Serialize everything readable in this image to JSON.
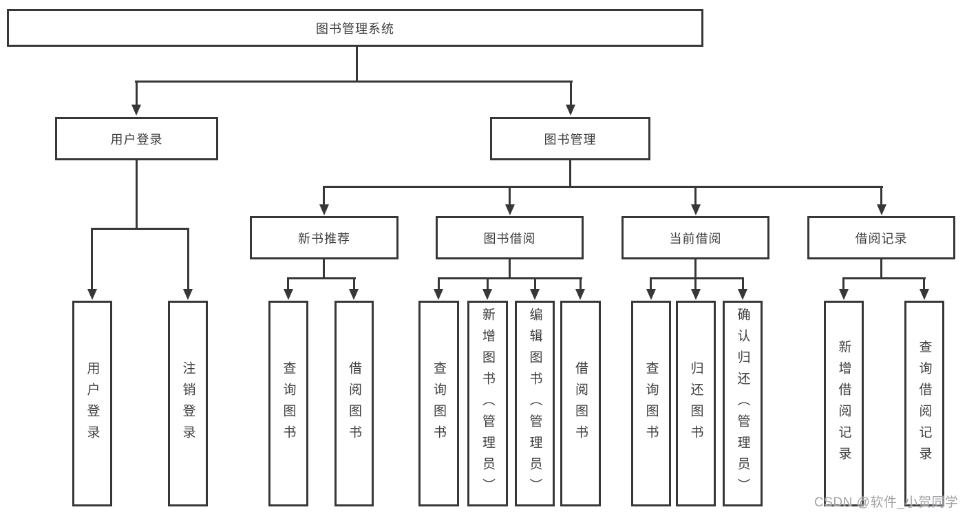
{
  "colors": {
    "line": "#373737",
    "text": "#3d3d3d",
    "watermark": "#a3a3a7",
    "box_bg": "#ffffff"
  },
  "tree": {
    "label": "图书管理系统",
    "children": [
      {
        "label": "用户登录",
        "children": [
          {
            "label": "用户登录"
          },
          {
            "label": "注销登录"
          }
        ]
      },
      {
        "label": "图书管理",
        "children": [
          {
            "label": "新书推荐",
            "children": [
              {
                "label": "查询图书"
              },
              {
                "label": "借阅图书"
              }
            ]
          },
          {
            "label": "图书借阅",
            "children": [
              {
                "label": "查询图书"
              },
              {
                "label": "新增图书（管理员）"
              },
              {
                "label": "编辑图书（管理员）"
              },
              {
                "label": "借阅图书"
              }
            ]
          },
          {
            "label": "当前借阅",
            "children": [
              {
                "label": "查询图书"
              },
              {
                "label": "归还图书"
              },
              {
                "label": "确认归还（管理员）"
              }
            ]
          },
          {
            "label": "借阅记录",
            "children": [
              {
                "label": "新增借阅记录"
              },
              {
                "label": "查询借阅记录"
              }
            ]
          }
        ]
      }
    ]
  },
  "watermark": {
    "text": "CSDN @软件_小贺同学"
  }
}
